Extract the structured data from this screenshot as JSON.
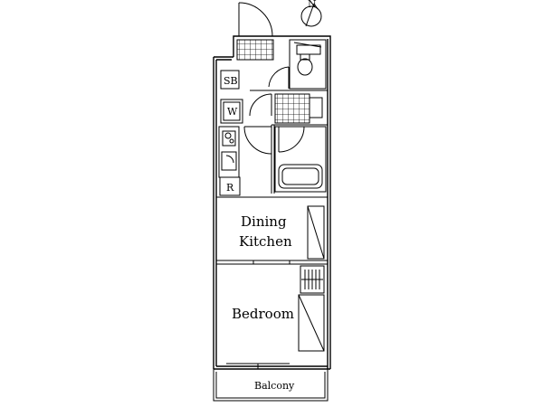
{
  "plan": {
    "rooms": {
      "dining_kitchen_line1": "Dining",
      "dining_kitchen_line2": "Kitchen",
      "bedroom": "Bedroom",
      "balcony": "Balcony"
    },
    "tags": {
      "shoe_box": "SB",
      "washer": "W",
      "refrigerator": "R"
    },
    "compass": {
      "north_label": "N"
    },
    "colors": {
      "line": "#000000",
      "hatch": "#000000",
      "background": "#ffffff"
    }
  }
}
